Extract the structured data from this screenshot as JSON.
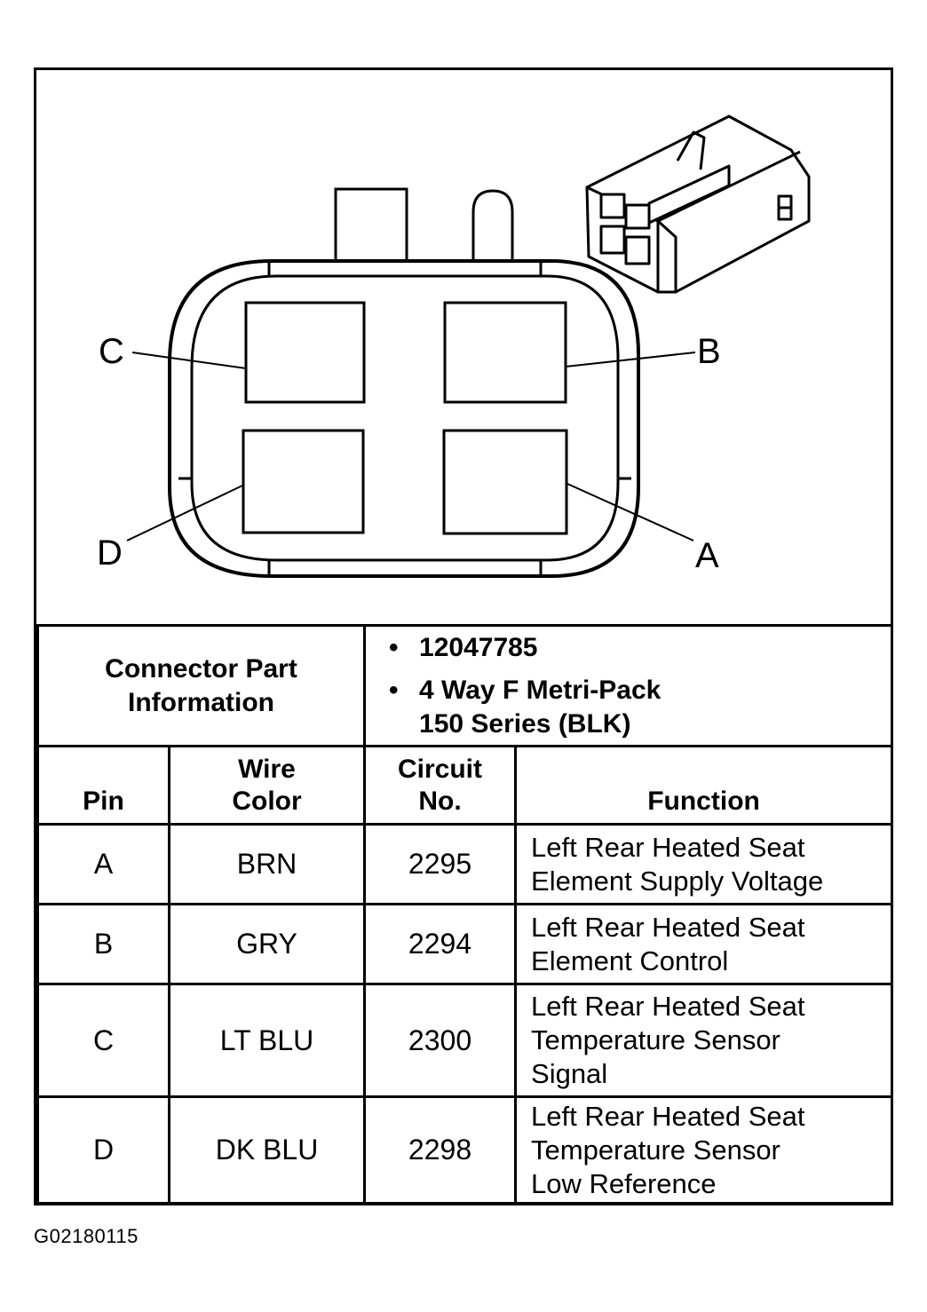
{
  "diagram": {
    "pin_labels": {
      "a": "A",
      "b": "B",
      "c": "C",
      "d": "D"
    }
  },
  "connector_info": {
    "label": "Connector Part Information",
    "part_number": "12047785",
    "description_line1": "4 Way F Metri-Pack",
    "description_line2": "150 Series (BLK)",
    "bullet": "•"
  },
  "table": {
    "headers": {
      "pin": "Pin",
      "wire_color_line1": "Wire",
      "wire_color_line2": "Color",
      "circuit_line1": "Circuit",
      "circuit_line2": "No.",
      "function": "Function"
    },
    "rows": [
      {
        "pin": "A",
        "wire_color": "BRN",
        "circuit": "2295",
        "function_lines": [
          "Left Rear Heated Seat",
          "Element Supply Voltage"
        ]
      },
      {
        "pin": "B",
        "wire_color": "GRY",
        "circuit": "2294",
        "function_lines": [
          "Left Rear Heated Seat",
          "Element Control"
        ]
      },
      {
        "pin": "C",
        "wire_color": "LT BLU",
        "circuit": "2300",
        "function_lines": [
          "Left Rear Heated Seat",
          "Temperature Sensor",
          "Signal"
        ]
      },
      {
        "pin": "D",
        "wire_color": "DK BLU",
        "circuit": "2298",
        "function_lines": [
          "Left Rear Heated Seat",
          "Temperature Sensor",
          "Low Reference"
        ]
      }
    ]
  },
  "figure_id": "G02180115"
}
